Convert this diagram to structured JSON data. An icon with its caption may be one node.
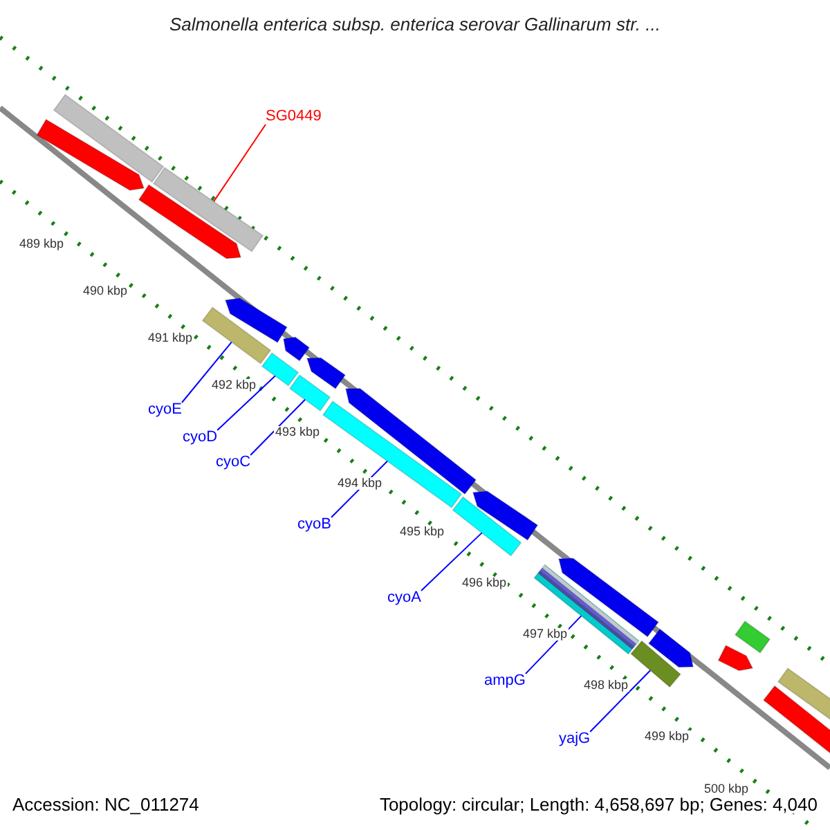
{
  "diagram": {
    "title": "Salmonella enterica subsp. enterica serovar Gallinarum str. ...",
    "nodes": [
      {
        "text": [
          "SG0449"
        ]
      },
      {
        "text": [],
        "shape": "bar"
      },
      {
        "text": [],
        "shape": "bar"
      },
      {
        "text": [],
        "shape": "bar"
      },
      {
        "text": [],
        "shape": "bar"
      },
      {
        "text": [],
        "shape": "bar"
      },
      {
        "text": [],
        "shape": "bar"
      },
      {
        "text": [],
        "shape": "bar"
      },
      {
        "text": [],
        "shape": "bar"
      },
      {
        "text": [],
        "shape": "bar"
      },
      {
        "text": [],
        "shape": "bar"
      },
      {
        "text": [],
        "shape": "bar"
      },
      {
        "text": [],
        "shape": "bar"
      },
      {
        "text": [],
        "shape": "bar"
      },
      {
        "text": [],
        "shape": "bar"
      },
      {
        "text": [],
        "shape": "bar"
      },
      {
        "text": [],
        "shape": "bar"
      },
      {
        "text": [],
        "shape": "bar"
      },
      {
        "text": [],
        "shape": "bar"
      },
      {
        "text": [],
        "shape": "bar"
      },
      {
        "text": [],
        "shape": "bar"
      },
      {
        "text": [],
        "shape": "bar"
      },
      {
        "text": [],
        "shape": "bar"
      },
      {
        "text": [
          "cyoE"
        ]
      },
      {
        "text": [
          "cyoD"
        ]
      },
      {
        "text": [
          "cyoC"
        ]
      },
      {
        "text": [
          "cyoB"
        ]
      },
      {
        "text": [
          "cyoA"
        ]
      },
      {
        "text": [
          "ampG"
        ]
      },
      {
        "text": [
          "yajG"
        ]
      }
    ],
    "edges": [
      {
        "from": 0,
        "to": 2,
        "arrow": "none",
        "color": "#ff0000"
      },
      {
        "from": 23,
        "to": 6,
        "arrow": "none"
      },
      {
        "from": 24,
        "to": 9,
        "arrow": "none"
      },
      {
        "from": 25,
        "to": 10,
        "arrow": "none"
      },
      {
        "from": 26,
        "to": 12,
        "arrow": "none"
      },
      {
        "from": 27,
        "to": 14,
        "arrow": "none"
      },
      {
        "from": 28,
        "to": 16,
        "arrow": "none"
      },
      {
        "from": 29,
        "to": 18,
        "arrow": "none"
      }
    ],
    "labels": [
      "489 kbp",
      "490 kbp",
      "491 kbp",
      "492 kbp",
      "493 kbp",
      "494 kbp",
      "495 kbp",
      "496 kbp",
      "497 kbp",
      "498 kbp",
      "499 kbp",
      "500 kbp",
      "Accession: NC_011274",
      "Topology: circular; Length: 4,658,697 bp; Genes: 4,040"
    ]
  }
}
